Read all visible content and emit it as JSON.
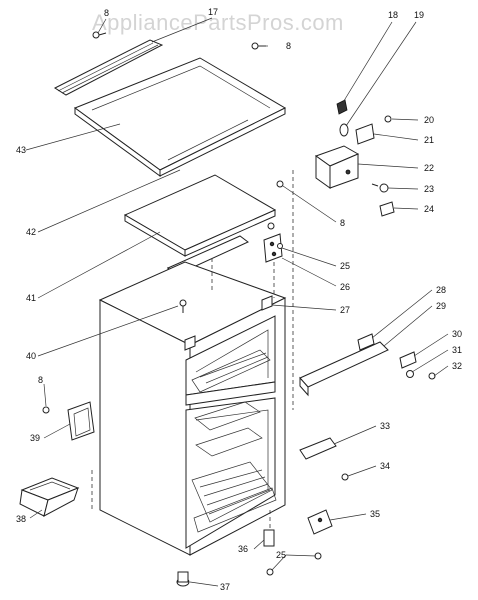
{
  "watermark": "AppliancePartsPros.com",
  "callouts": [
    {
      "id": "c8a",
      "text": "8"
    },
    {
      "id": "c17",
      "text": "17"
    },
    {
      "id": "c8b",
      "text": "8"
    },
    {
      "id": "c18",
      "text": "18"
    },
    {
      "id": "c19",
      "text": "19"
    },
    {
      "id": "c20",
      "text": "20"
    },
    {
      "id": "c21",
      "text": "21"
    },
    {
      "id": "c22",
      "text": "22"
    },
    {
      "id": "c23",
      "text": "23"
    },
    {
      "id": "c24",
      "text": "24"
    },
    {
      "id": "c43",
      "text": "43"
    },
    {
      "id": "c8c",
      "text": "8"
    },
    {
      "id": "c42",
      "text": "42"
    },
    {
      "id": "c25a",
      "text": "25"
    },
    {
      "id": "c26",
      "text": "26"
    },
    {
      "id": "c41",
      "text": "41"
    },
    {
      "id": "c27",
      "text": "27"
    },
    {
      "id": "c28",
      "text": "28"
    },
    {
      "id": "c29",
      "text": "29"
    },
    {
      "id": "c40",
      "text": "40"
    },
    {
      "id": "c30",
      "text": "30"
    },
    {
      "id": "c31",
      "text": "31"
    },
    {
      "id": "c32",
      "text": "32"
    },
    {
      "id": "c8d",
      "text": "8"
    },
    {
      "id": "c39",
      "text": "39"
    },
    {
      "id": "c33",
      "text": "33"
    },
    {
      "id": "c34",
      "text": "34"
    },
    {
      "id": "c38",
      "text": "38"
    },
    {
      "id": "c35",
      "text": "35"
    },
    {
      "id": "c36",
      "text": "36"
    },
    {
      "id": "c25b",
      "text": "25"
    },
    {
      "id": "c37",
      "text": "37"
    }
  ]
}
